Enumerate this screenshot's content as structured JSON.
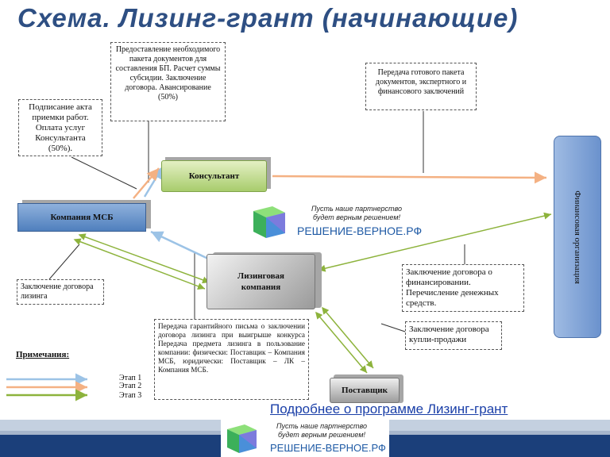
{
  "title": "Схема. Лизинг-грант (начинающие)",
  "nodes": {
    "msb": "Компания МСБ",
    "consultant": "Консультант",
    "leasing_line1": "Лизинговая",
    "leasing_line2": "компания",
    "supplier": "Поставщик",
    "finance": "Финансовая организация"
  },
  "notes": {
    "acceptance": "Подписание акта приемки работ. Оплата услуг Консультанта (50%).",
    "package": "Предоставление необходимого пакета документов для составления БП. Расчет суммы субсидии. Заключение договора. Авансирование (50%)",
    "transfer": "Передача готового пакета документов, экспертного и финансового заключений",
    "leasing_contract": "Заключение договора лизинга",
    "financing": "Заключение договора о финансировании. Перечисление денежных средств.",
    "guarantee": "Передача гарантийного письма о заключении договора лизинга при выигрыше конкурса Передача предмета лизинга в пользование компании: физически: Поставщик – Компания МСБ, юридически: Поставщик – ЛК – Компания МСБ.",
    "purchase": "Заключение договора купли-продажи"
  },
  "legend": {
    "title": "Примечания:",
    "stages": [
      "Этап 1",
      "Этап 2",
      "Этап 3"
    ],
    "colors": [
      "#9cc3e6",
      "#f4b183",
      "#8db33c"
    ]
  },
  "logo": {
    "slogan_line1": "Пусть наше партнерство",
    "slogan_line2": "будет верным решением!",
    "brand": "РЕШЕНИЕ-ВЕРНОЕ.РФ"
  },
  "link": "Подробнее о программе Лизинг-грант"
}
